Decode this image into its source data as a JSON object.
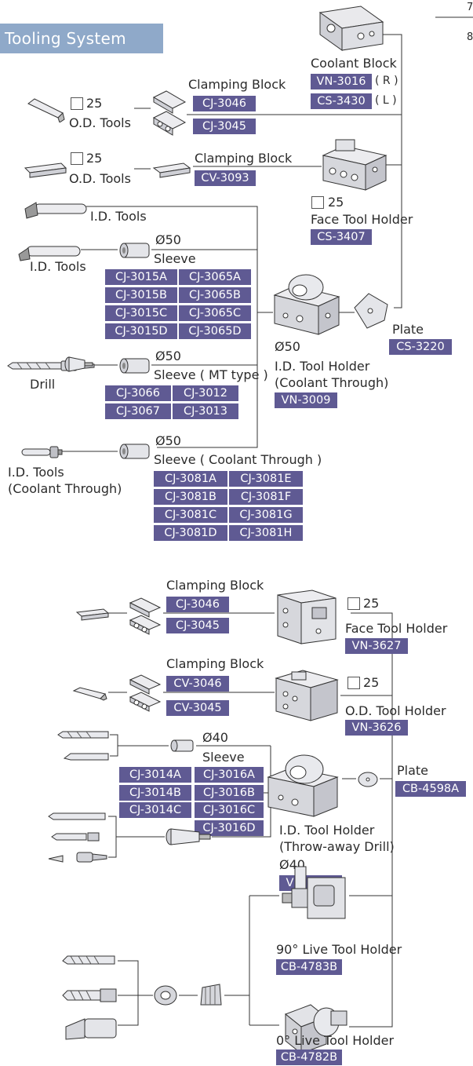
{
  "header": {
    "title": "Tooling System",
    "corner_a": "7",
    "corner_b": "8"
  },
  "section1": {
    "coolant_block": {
      "label": "Coolant Block",
      "code_r": "VN-3016",
      "pos_r": "( R )",
      "code_l": "CS-3430",
      "pos_l": "( L )"
    },
    "od_tools_a": {
      "size": "25",
      "label": "O.D. Tools"
    },
    "clamping_a": {
      "label": "Clamping Block",
      "code1": "CJ-3046",
      "code2": "CJ-3045"
    },
    "od_tools_b": {
      "size": "25",
      "label": "O.D. Tools"
    },
    "clamping_b": {
      "label": "Clamping Block",
      "code1": "CV-3093"
    },
    "face_holder": {
      "size": "25",
      "label": "Face Tool Holder",
      "code": "CS-3407"
    },
    "id_tools_1": "I.D. Tools",
    "id_tools_2": "I.D. Tools",
    "sleeve": {
      "dia": "Ø50",
      "label": "Sleeve",
      "codes": [
        "CJ-3015A",
        "CJ-3065A",
        "CJ-3015B",
        "CJ-3065B",
        "CJ-3015C",
        "CJ-3065C",
        "CJ-3015D",
        "CJ-3065D"
      ]
    },
    "drill": "Drill",
    "sleeve_mt": {
      "dia": "Ø50",
      "label": "Sleeve ( MT type )",
      "codes": [
        "CJ-3066",
        "CJ-3012",
        "CJ-3067",
        "CJ-3013"
      ]
    },
    "id_holder": {
      "dia": "Ø50",
      "label1": "I.D. Tool Holder",
      "label2": "(Coolant Through)",
      "code": "VN-3009"
    },
    "plate": {
      "label": "Plate",
      "code": "CS-3220"
    },
    "id_tools_ct": {
      "label1": "I.D. Tools",
      "label2": "(Coolant Through)"
    },
    "sleeve_ct": {
      "dia": "Ø50",
      "label": "Sleeve ( Coolant Through )",
      "codes": [
        "CJ-3081A",
        "CJ-3081E",
        "CJ-3081B",
        "CJ-3081F",
        "CJ-3081C",
        "CJ-3081G",
        "CJ-3081D",
        "CJ-3081H"
      ]
    }
  },
  "section2": {
    "clamping_a": {
      "label": "Clamping Block",
      "code1": "CJ-3046",
      "code2": "CJ-3045"
    },
    "face_holder": {
      "size": "25",
      "label": "Face Tool Holder",
      "code": "VN-3627"
    },
    "clamping_b": {
      "label": "Clamping Block",
      "code1": "CV-3046",
      "code2": "CV-3045"
    },
    "od_holder": {
      "size": "25",
      "label": "O.D. Tool Holder",
      "code": "VN-3626"
    },
    "sleeve": {
      "dia": "Ø40",
      "label": "Sleeve",
      "codes": [
        "CJ-3014A",
        "CJ-3016A",
        "CJ-3014B",
        "CJ-3016B",
        "CJ-3014C",
        "CJ-3016C",
        "CJ-3016D"
      ]
    },
    "id_holder": {
      "label1": "I.D. Tool Holder",
      "label2": "(Throw-away Drill)",
      "dia": "Ø40",
      "code": "VN-3628"
    },
    "plate": {
      "label": "Plate",
      "code": "CB-4598A"
    },
    "live90": {
      "label": "90° Live Tool Holder",
      "code": "CB-4783B"
    },
    "live0": {
      "label": "0° Live Tool Holder",
      "code": "CB-4782B"
    }
  },
  "colors": {
    "header_bg": "#8fa9c9",
    "code_bg": "#5f5a93",
    "line": "#333333"
  }
}
